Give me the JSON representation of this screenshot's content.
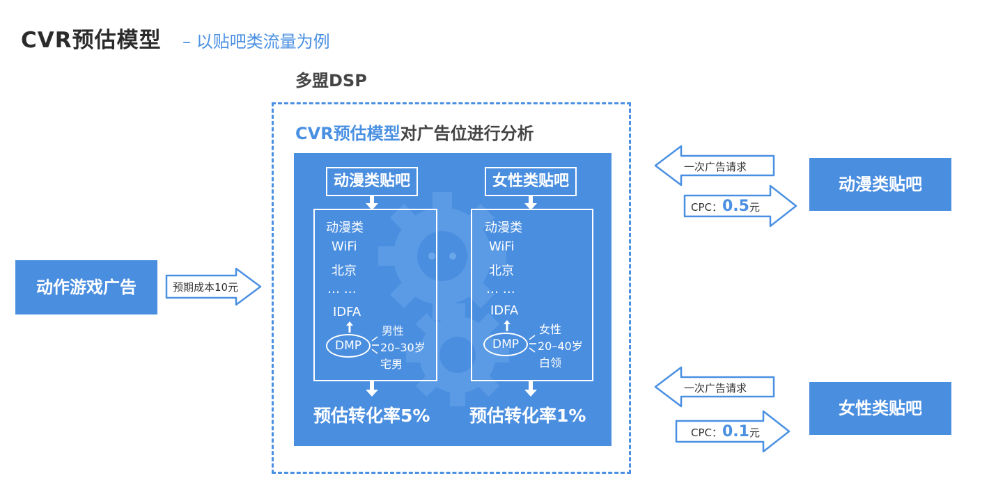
{
  "header": {
    "title": "CVR预估模型",
    "subtitle": "– 以贴吧类流量为例"
  },
  "dsp": {
    "label": "多盟DSP",
    "analysis_title_highlight": "CVR预估模型",
    "analysis_title_rest": "对广告位进行分析"
  },
  "left": {
    "ad_label": "动作游戏广告",
    "arrow_label": "预期成本10元"
  },
  "columns": [
    {
      "category": "动漫类贴吧",
      "features": [
        "动漫类",
        "WiFi",
        "北京",
        "… …",
        "IDFA"
      ],
      "dmp": "DMP",
      "dmp_tags": [
        "男性",
        "20–30岁",
        "宅男"
      ],
      "rate": "预估转化率5%"
    },
    {
      "category": "女性类贴吧",
      "features": [
        "动漫类",
        "WiFi",
        "北京",
        "… …",
        "IDFA"
      ],
      "dmp": "DMP",
      "dmp_tags": [
        "女性",
        "20–40岁",
        "白领"
      ],
      "rate": "预估转化率1%"
    }
  ],
  "right": [
    {
      "target": "动漫类贴吧",
      "request_label": "一次广告请求",
      "cpc_prefix": "CPC：",
      "cpc_value": "0.5",
      "cpc_unit": "元"
    },
    {
      "target": "女性类贴吧",
      "request_label": "一次广告请求",
      "cpc_prefix": "CPC：",
      "cpc_value": "0.1",
      "cpc_unit": "元"
    }
  ],
  "colors": {
    "accent": "#4a90e2",
    "panel": "#4a8ee0",
    "text": "#333333"
  },
  "icons": [
    "gear-icon",
    "arrow-down-icon",
    "arrow-up-icon",
    "arrow-right-icon",
    "arrow-left-icon"
  ]
}
